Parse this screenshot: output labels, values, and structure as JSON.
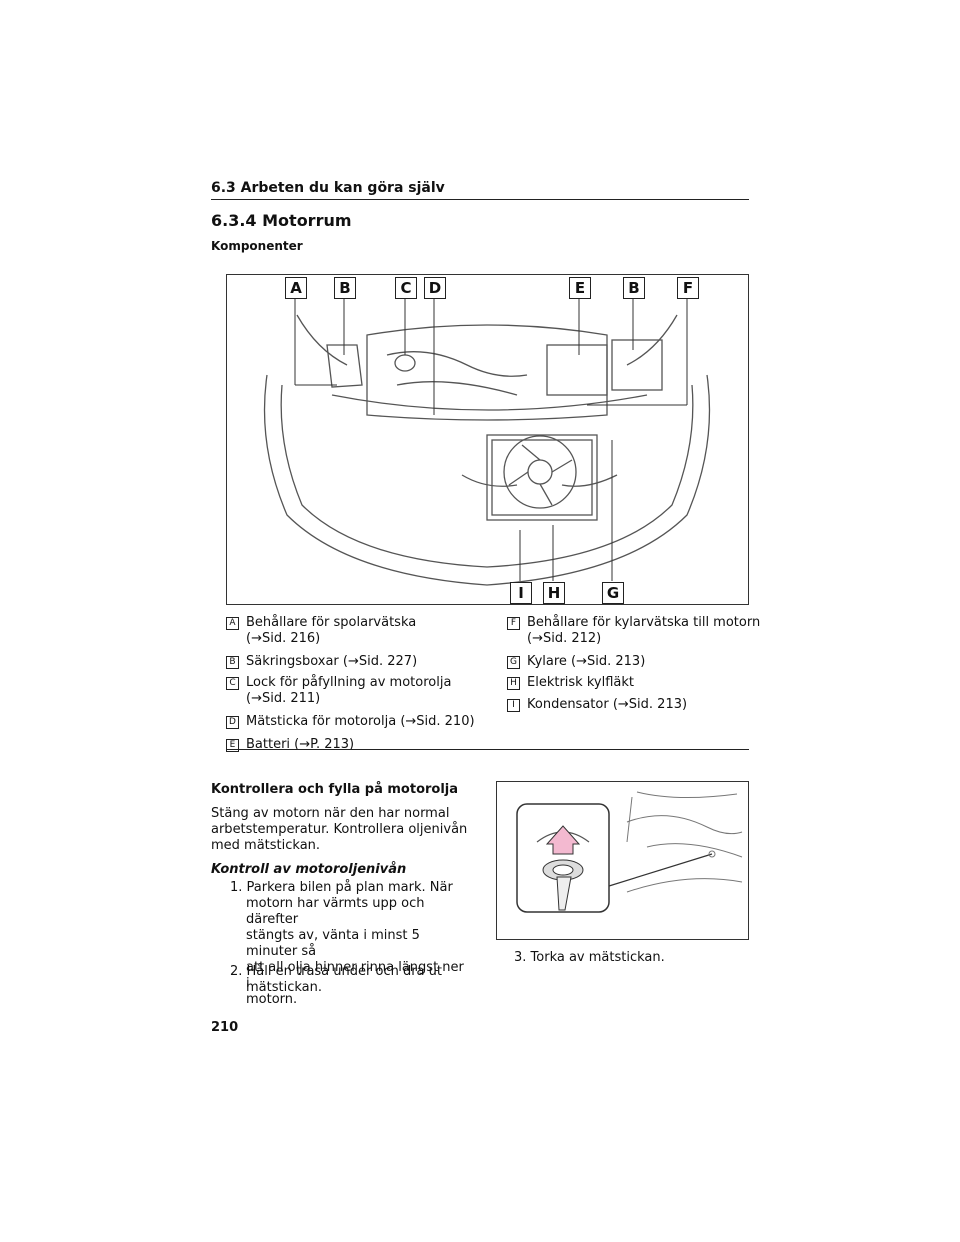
{
  "header": {
    "section": "6.3 Arbeten du kan göra själv",
    "title": "6.3.4 Motorrum",
    "subheading": "Komponenter"
  },
  "figure": {
    "labels": {
      "A": "A",
      "B": "B",
      "C": "C",
      "D": "D",
      "E": "E",
      "F": "F",
      "G": "G",
      "H": "H",
      "I": "I"
    }
  },
  "legend": {
    "A": {
      "key": "A",
      "line1": "Behållare för spolarvätska",
      "line2": "(→Sid. 216)"
    },
    "B": {
      "key": "B",
      "line1": "Säkringsboxar (→Sid. 227)"
    },
    "C": {
      "key": "C",
      "line1": "Lock för påfyllning av motorolja",
      "line2": "(→Sid. 211)"
    },
    "D": {
      "key": "D",
      "line1": "Mätsticka för motorolja (→Sid. 210)"
    },
    "E": {
      "key": "E",
      "line1": "Batteri (→P. 213)"
    },
    "F": {
      "key": "F",
      "line1": "Behållare för kylarvätska till motorn",
      "line2": "(→Sid. 212)"
    },
    "G": {
      "key": "G",
      "line1": "Kylare (→Sid. 213)"
    },
    "H": {
      "key": "H",
      "line1": "Elektrisk kylfläkt"
    },
    "I": {
      "key": "I",
      "line1": "Kondensator (→Sid. 213)"
    }
  },
  "oil": {
    "heading": "Kontrollera och fylla på motorolja",
    "intro": [
      "Stäng av motorn när den har normal",
      "arbetstemperatur. Kontrollera oljenivån",
      "med mätstickan."
    ],
    "subheading": "Kontroll av motoroljenivån",
    "step1": [
      "1. Parkera bilen på plan mark. När",
      "motorn har värmts upp och därefter",
      "stängts av, vänta i minst 5 minuter så",
      "att all olja hinner rinna längst ner i",
      "motorn."
    ],
    "step2": [
      "2. Håll en trasa under och dra ut",
      "mätstickan."
    ],
    "step3": "3. Torka av mätstickan."
  },
  "page_number": "210"
}
